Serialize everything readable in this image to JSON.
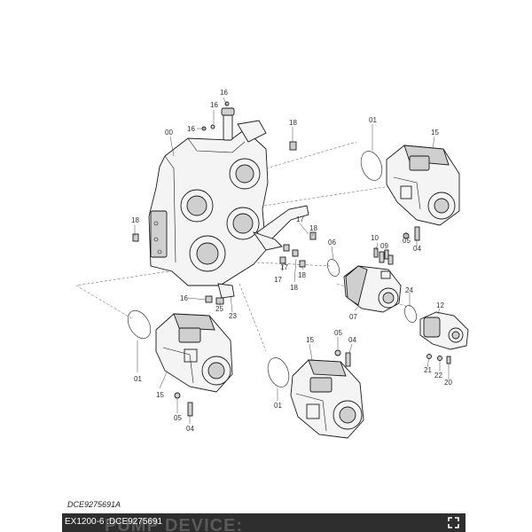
{
  "callouts": {
    "c00": "00",
    "c01a": "01",
    "c01b": "01",
    "c01c": "01",
    "c04a": "04",
    "c04b": "04",
    "c04c": "04",
    "c05a": "05",
    "c05b": "05",
    "c05c": "05",
    "c06": "06",
    "c07": "07",
    "c09": "09",
    "c10": "10",
    "c12": "12",
    "c15a": "15",
    "c15b": "15",
    "c15c": "15",
    "c16a": "16",
    "c16b": "16",
    "c16c": "16",
    "c16d": "16",
    "c17a": "17",
    "c17b": "17",
    "c17c": "17",
    "c18a": "18",
    "c18b": "18",
    "c18c": "18",
    "c18d": "18",
    "c18e": "18",
    "c20": "20",
    "c21": "21",
    "c22": "22",
    "c23": "23",
    "c24": "24",
    "c25": "25"
  },
  "drawing_code": "DCE9275691A",
  "footer": {
    "caption": "EX1200-6 :DCE9275691",
    "ghost_title": "PUMP DEVICE:",
    "expand_icon": "expand-icon"
  }
}
